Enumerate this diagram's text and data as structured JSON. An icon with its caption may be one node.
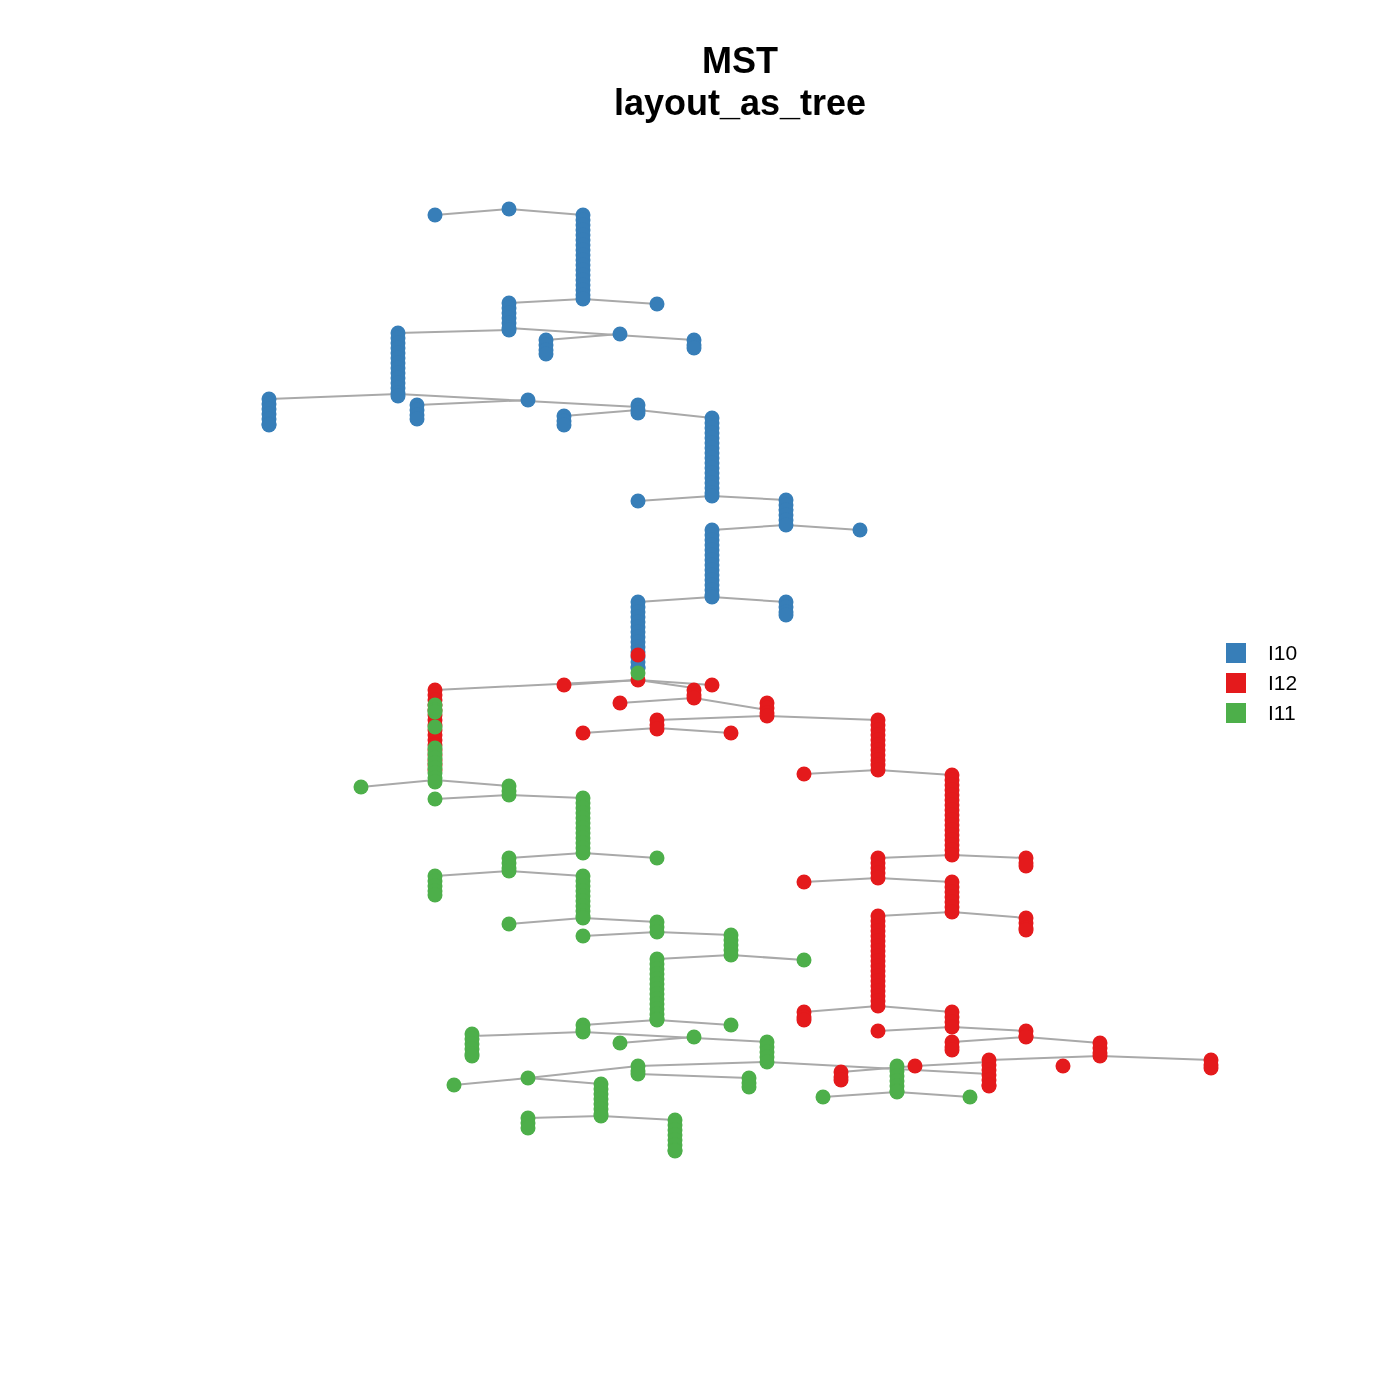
{
  "diagram": {
    "title": "MST layout_as_tree",
    "legend": [
      {
        "text": "I10",
        "color": "#377eb8"
      },
      {
        "text": "I12",
        "color": "#e41a1c"
      },
      {
        "text": "I11",
        "color": "#4daf4a"
      }
    ]
  }
}
